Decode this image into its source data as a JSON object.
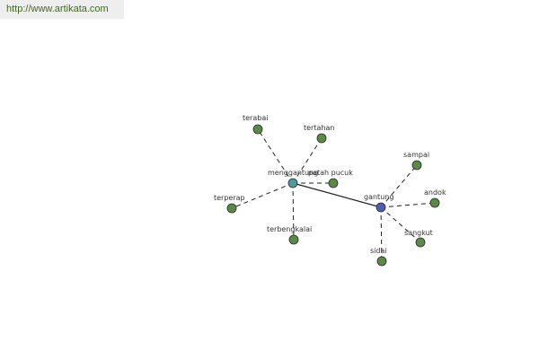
{
  "header": {
    "url": "http://www.artikata.com"
  },
  "colors": {
    "leaf": "#5a8a46",
    "hub_primary": "#4d9aa0",
    "hub_secondary": "#4f5fb0",
    "link": "#3f6a1c"
  },
  "graph": {
    "hubs": [
      {
        "id": "menggantung",
        "label": "menggantung",
        "role": "hub_primary"
      },
      {
        "id": "gantung",
        "label": "gantung",
        "role": "hub_secondary"
      }
    ],
    "leaves": [
      {
        "id": "terabai",
        "label": "terabai",
        "hub": "menggantung"
      },
      {
        "id": "tertahan",
        "label": "tertahan",
        "hub": "menggantung"
      },
      {
        "id": "patah-pucuk",
        "label": "patah pucuk",
        "hub": "menggantung"
      },
      {
        "id": "terperap",
        "label": "terperap",
        "hub": "menggantung"
      },
      {
        "id": "terbengkalai",
        "label": "terbengkalai",
        "hub": "menggantung"
      },
      {
        "id": "sampai",
        "label": "sampai",
        "hub": "gantung"
      },
      {
        "id": "andok",
        "label": "andok",
        "hub": "gantung"
      },
      {
        "id": "sangkut",
        "label": "sangkut",
        "hub": "gantung"
      },
      {
        "id": "sidai",
        "label": "sidai",
        "hub": "gantung"
      }
    ],
    "links": [
      {
        "from": "menggantung",
        "to": "gantung",
        "style": "solid"
      }
    ]
  }
}
